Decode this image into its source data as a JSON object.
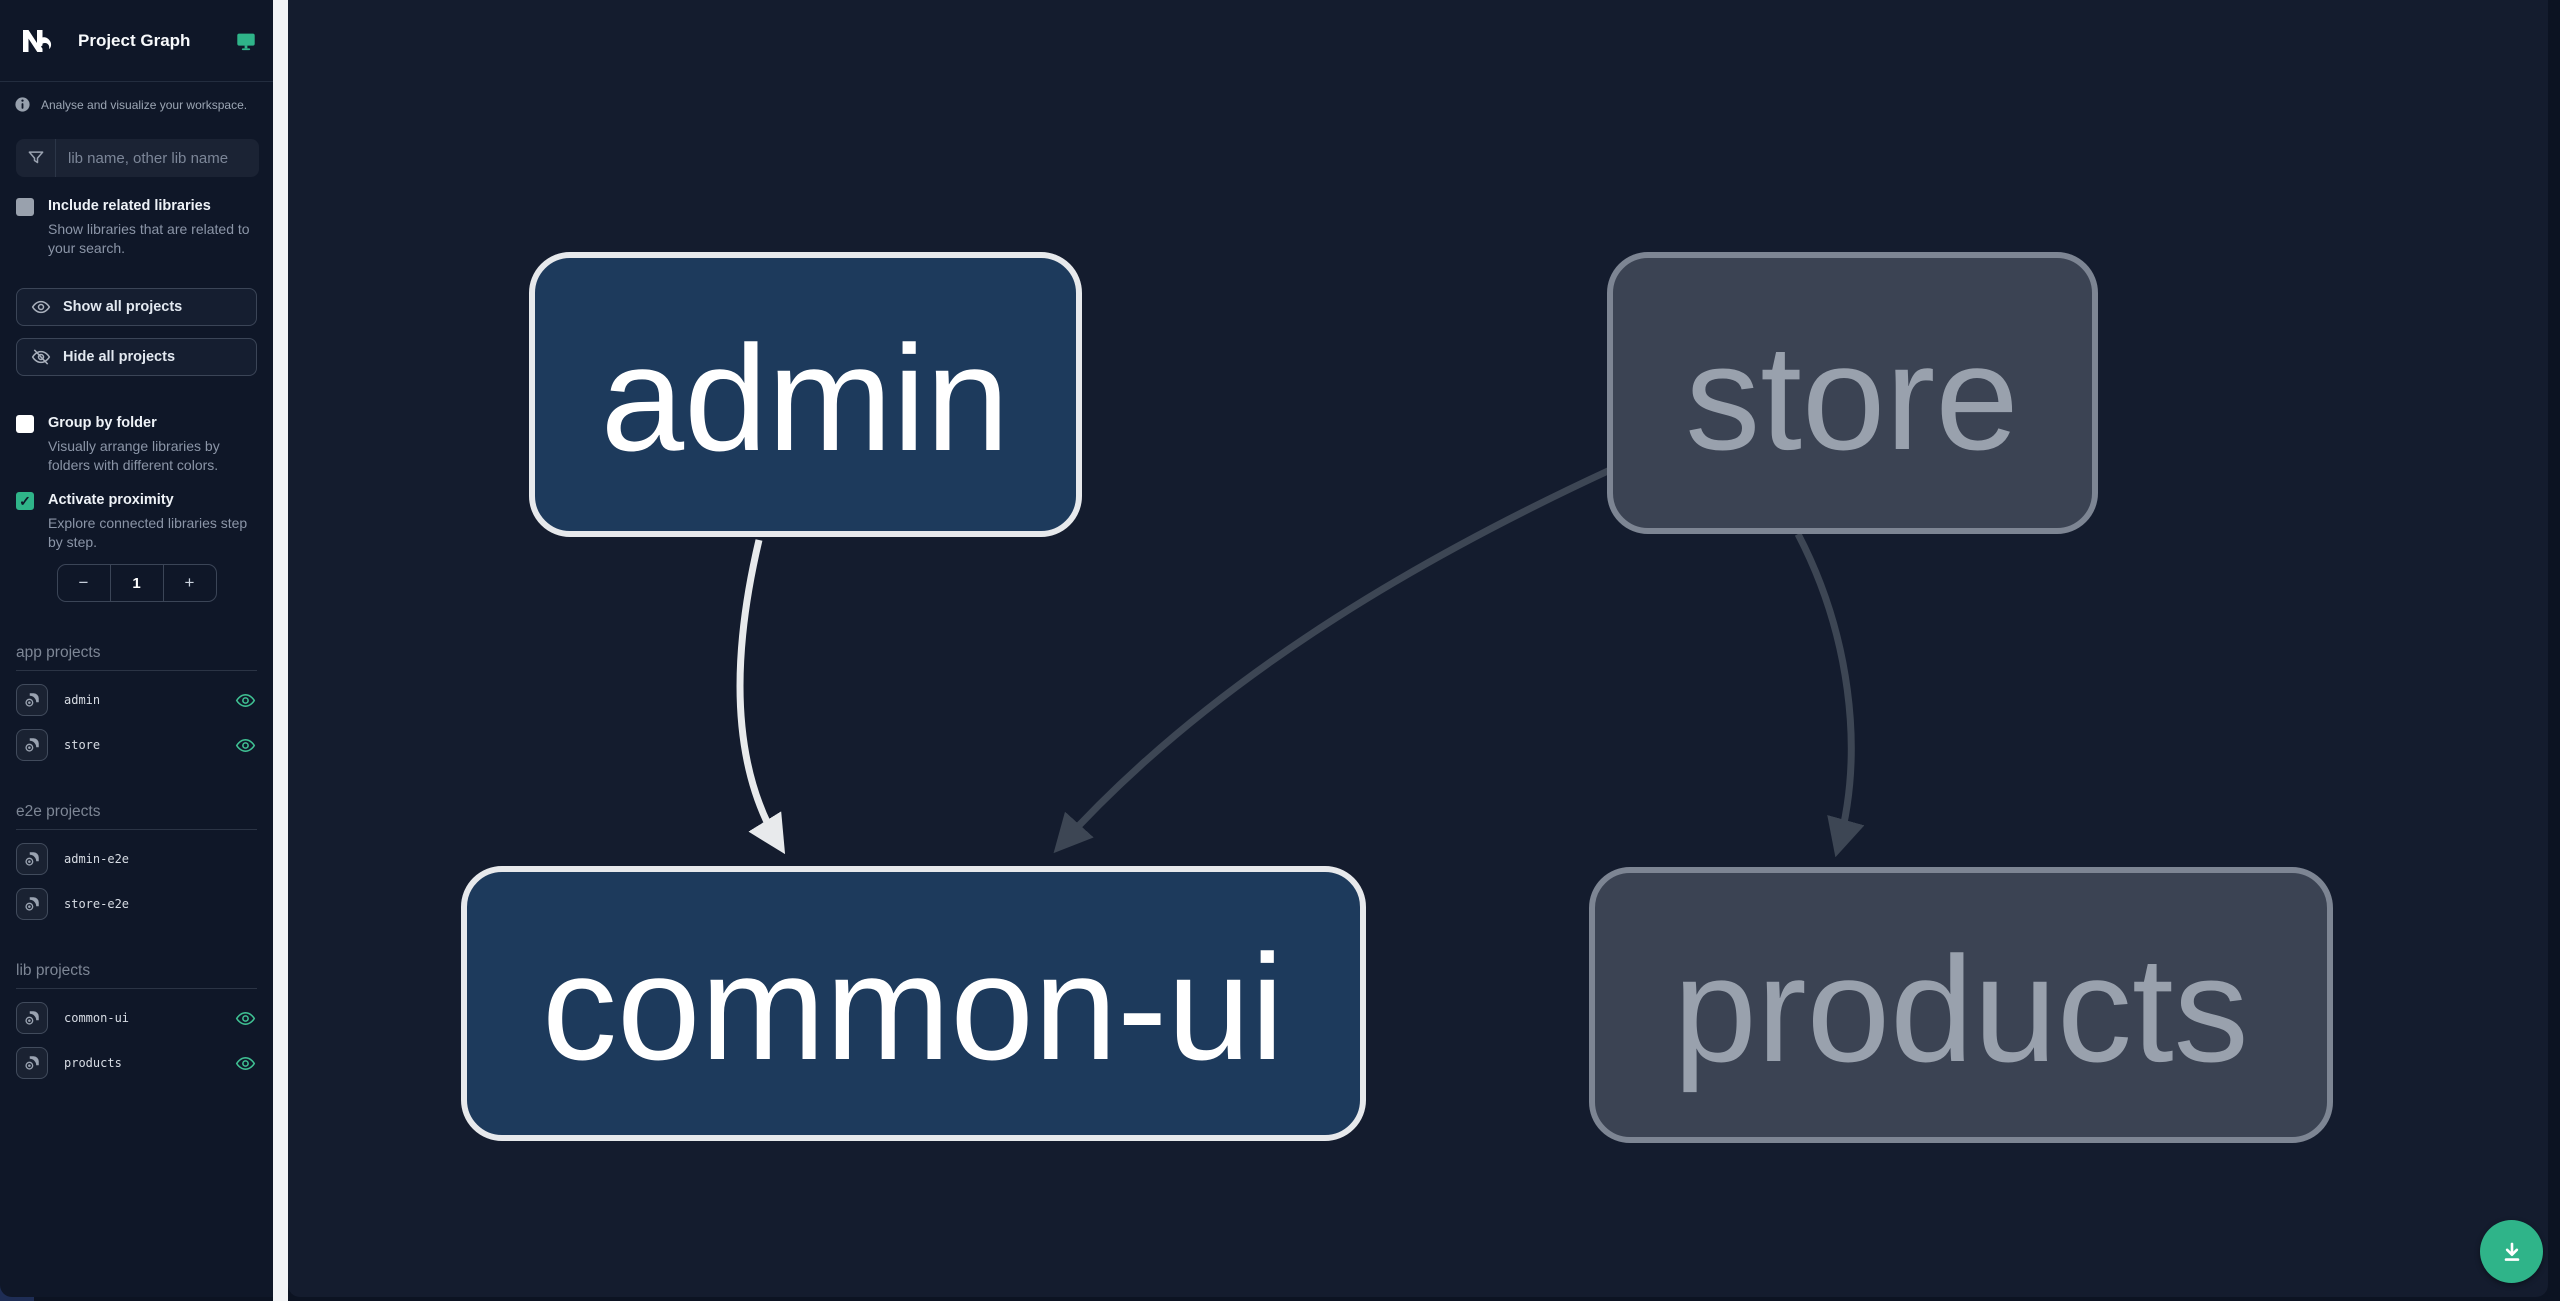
{
  "header": {
    "title": "Project Graph"
  },
  "info_text": "Analyse and visualize your workspace.",
  "search": {
    "placeholder": "lib name, other lib name"
  },
  "toggles": {
    "include_related": {
      "label": "Include related libraries",
      "description": "Show libraries that are related to your search.",
      "checked": false
    },
    "group_by_folder": {
      "label": "Group by folder",
      "description": "Visually arrange libraries by folders with different colors.",
      "checked": false
    },
    "activate_proximity": {
      "label": "Activate proximity",
      "description": "Explore connected libraries step by step.",
      "checked": true,
      "check_glyph": "✓"
    }
  },
  "actions": {
    "show_all": "Show all projects",
    "hide_all": "Hide all projects"
  },
  "proximity_stepper": {
    "decrement": "−",
    "value": "1",
    "increment": "+"
  },
  "sections": [
    {
      "title": "app projects",
      "items": [
        {
          "name": "admin",
          "visible": true
        },
        {
          "name": "store",
          "visible": true
        }
      ]
    },
    {
      "title": "e2e projects",
      "items": [
        {
          "name": "admin-e2e",
          "visible": false
        },
        {
          "name": "store-e2e",
          "visible": false
        }
      ]
    },
    {
      "title": "lib projects",
      "items": [
        {
          "name": "common-ui",
          "visible": true
        },
        {
          "name": "products",
          "visible": true
        }
      ]
    }
  ],
  "graph": {
    "nodes": [
      {
        "label": "admin",
        "type": "app",
        "state": "highlighted"
      },
      {
        "label": "store",
        "type": "app",
        "state": "muted"
      },
      {
        "label": "common-ui",
        "type": "lib",
        "state": "highlighted"
      },
      {
        "label": "products",
        "type": "lib",
        "state": "muted"
      }
    ],
    "edges": [
      {
        "source": "admin",
        "target": "common-ui",
        "state": "highlighted"
      },
      {
        "source": "store",
        "target": "common-ui",
        "state": "muted"
      },
      {
        "source": "store",
        "target": "products",
        "state": "muted"
      }
    ]
  },
  "fab": {
    "icon": "download"
  },
  "colors": {
    "accent_teal": "#2fb489",
    "eye_green": "#3fbf92",
    "node_highlight_fill": "#1d3a5c",
    "node_highlight_stroke": "#e7e9ec",
    "node_muted_fill": "#3b4353",
    "node_muted_stroke": "#7d8593",
    "edge_highlight": "#e8eaec",
    "edge_muted": "#3d4654",
    "sidebar_bg": "#0f1728",
    "canvas_bg": "#141c2e",
    "divider": "#f2f3f5"
  }
}
